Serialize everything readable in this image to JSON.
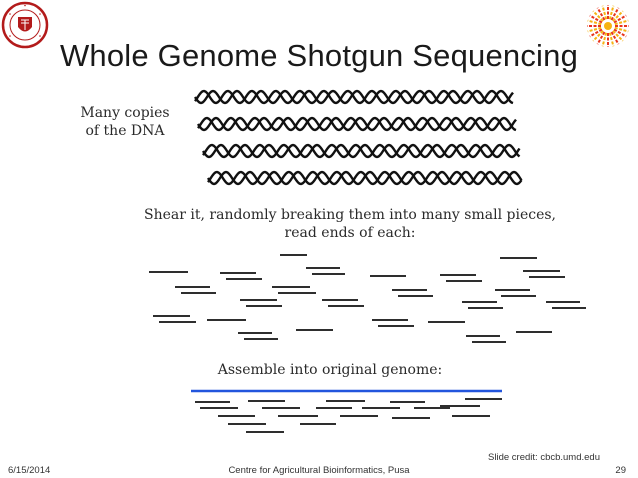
{
  "title": "Whole Genome Shotgun Sequencing",
  "labels": {
    "many_copies_line1": "Many copies",
    "many_copies_line2": "of the DNA",
    "shear_line1": "Shear it, randomly breaking them into many small pieces,",
    "shear_line2": "read ends of each:",
    "assemble": "Assemble into original genome:"
  },
  "footer": {
    "date": "6/15/2014",
    "center": "Centre for Agricultural Bioinformatics, Pusa",
    "page_number": "29",
    "credit": "Slide credit: cbcb.umd.edu"
  },
  "logos": {
    "left": "cornell-university-seal",
    "right": "sunburst-logo"
  },
  "colors": {
    "genome_line": "#2255dd",
    "seal_red": "#b31b1b",
    "sun_red": "#e8341c",
    "sun_yellow": "#f6b312"
  }
}
